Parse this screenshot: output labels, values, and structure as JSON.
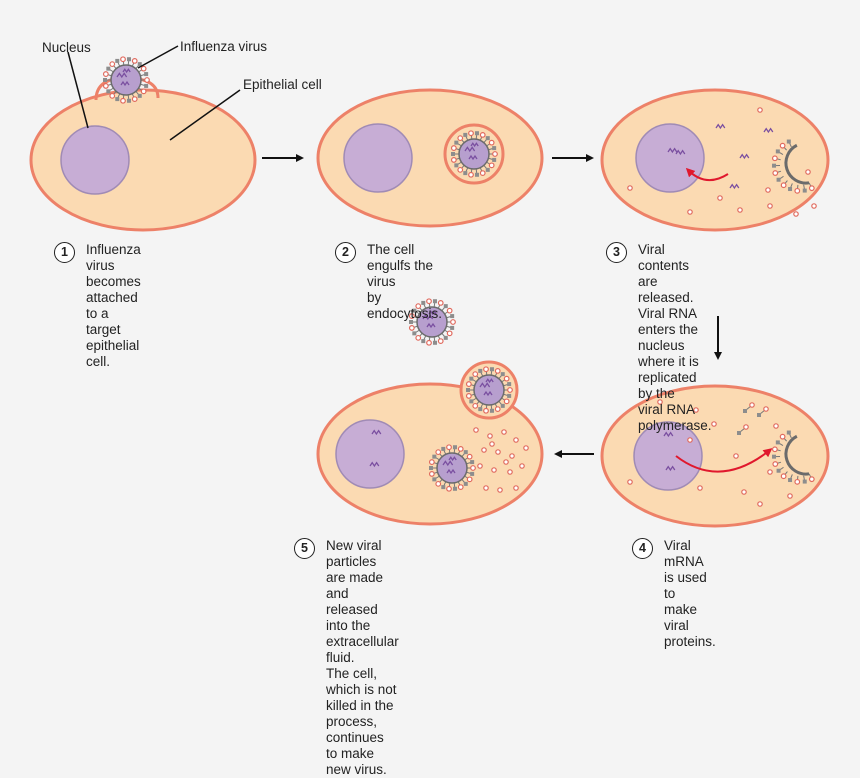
{
  "labels": {
    "nucleus": "Nucleus",
    "virus": "Influenza virus",
    "epithelial": "Epithelial cell"
  },
  "steps": [
    {
      "number": "1",
      "text": "Influenza virus becomes\nattached to a target\nepithelial cell."
    },
    {
      "number": "2",
      "text": "The cell engulfs the virus\nby endocytosis."
    },
    {
      "number": "3",
      "text": "Viral contents are released.\nViral RNA enters the nucleus\nwhere it is replicated by the\nviral RNA polymerase."
    },
    {
      "number": "4",
      "text": "Viral mRNA is used to\nmake viral proteins."
    },
    {
      "number": "5",
      "text": "New viral particles are made and\nreleased into the extracellular fluid.\nThe cell, which is not killed in the\nprocess, continues to make new virus."
    }
  ],
  "colors": {
    "cytoplasm": "#fbdab2",
    "membrane": "#ed8168",
    "nucleus": "#c7add5",
    "nucleus_edge": "#a08bb5",
    "virus_core": "#b79fce",
    "rna": "#7a4fa0",
    "spike_red": "#e06a5e",
    "spike_grey": "#8d8d8d",
    "arrow_red": "#e0182d",
    "arrow": "#111111"
  }
}
